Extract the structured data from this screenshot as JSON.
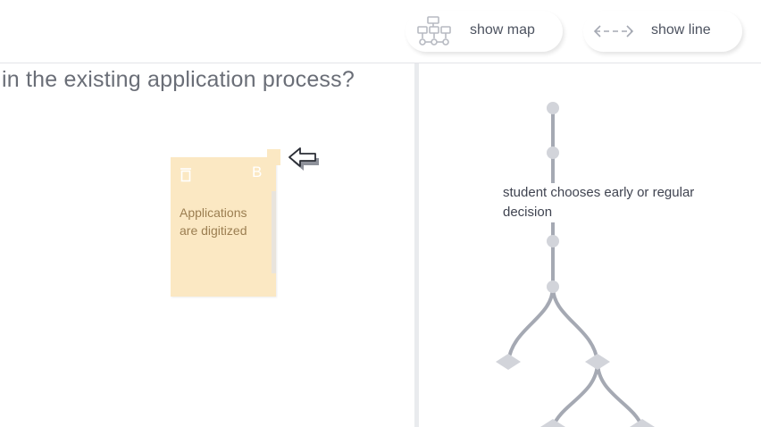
{
  "toolbar": {
    "show_map_label": "show map",
    "show_line_label": "show line",
    "show_map_icon": "flowchart-icon",
    "show_line_icon": "double-arrow-icon"
  },
  "left_panel": {
    "question": "in the existing application process?",
    "note": {
      "letter": "B",
      "text": "Applications are digitized",
      "color": "#fbe8c3"
    }
  },
  "right_panel": {
    "step_label": "student chooses early or regular decision",
    "line_color": "#a5a9b3",
    "node_color": "#d2d4da"
  }
}
